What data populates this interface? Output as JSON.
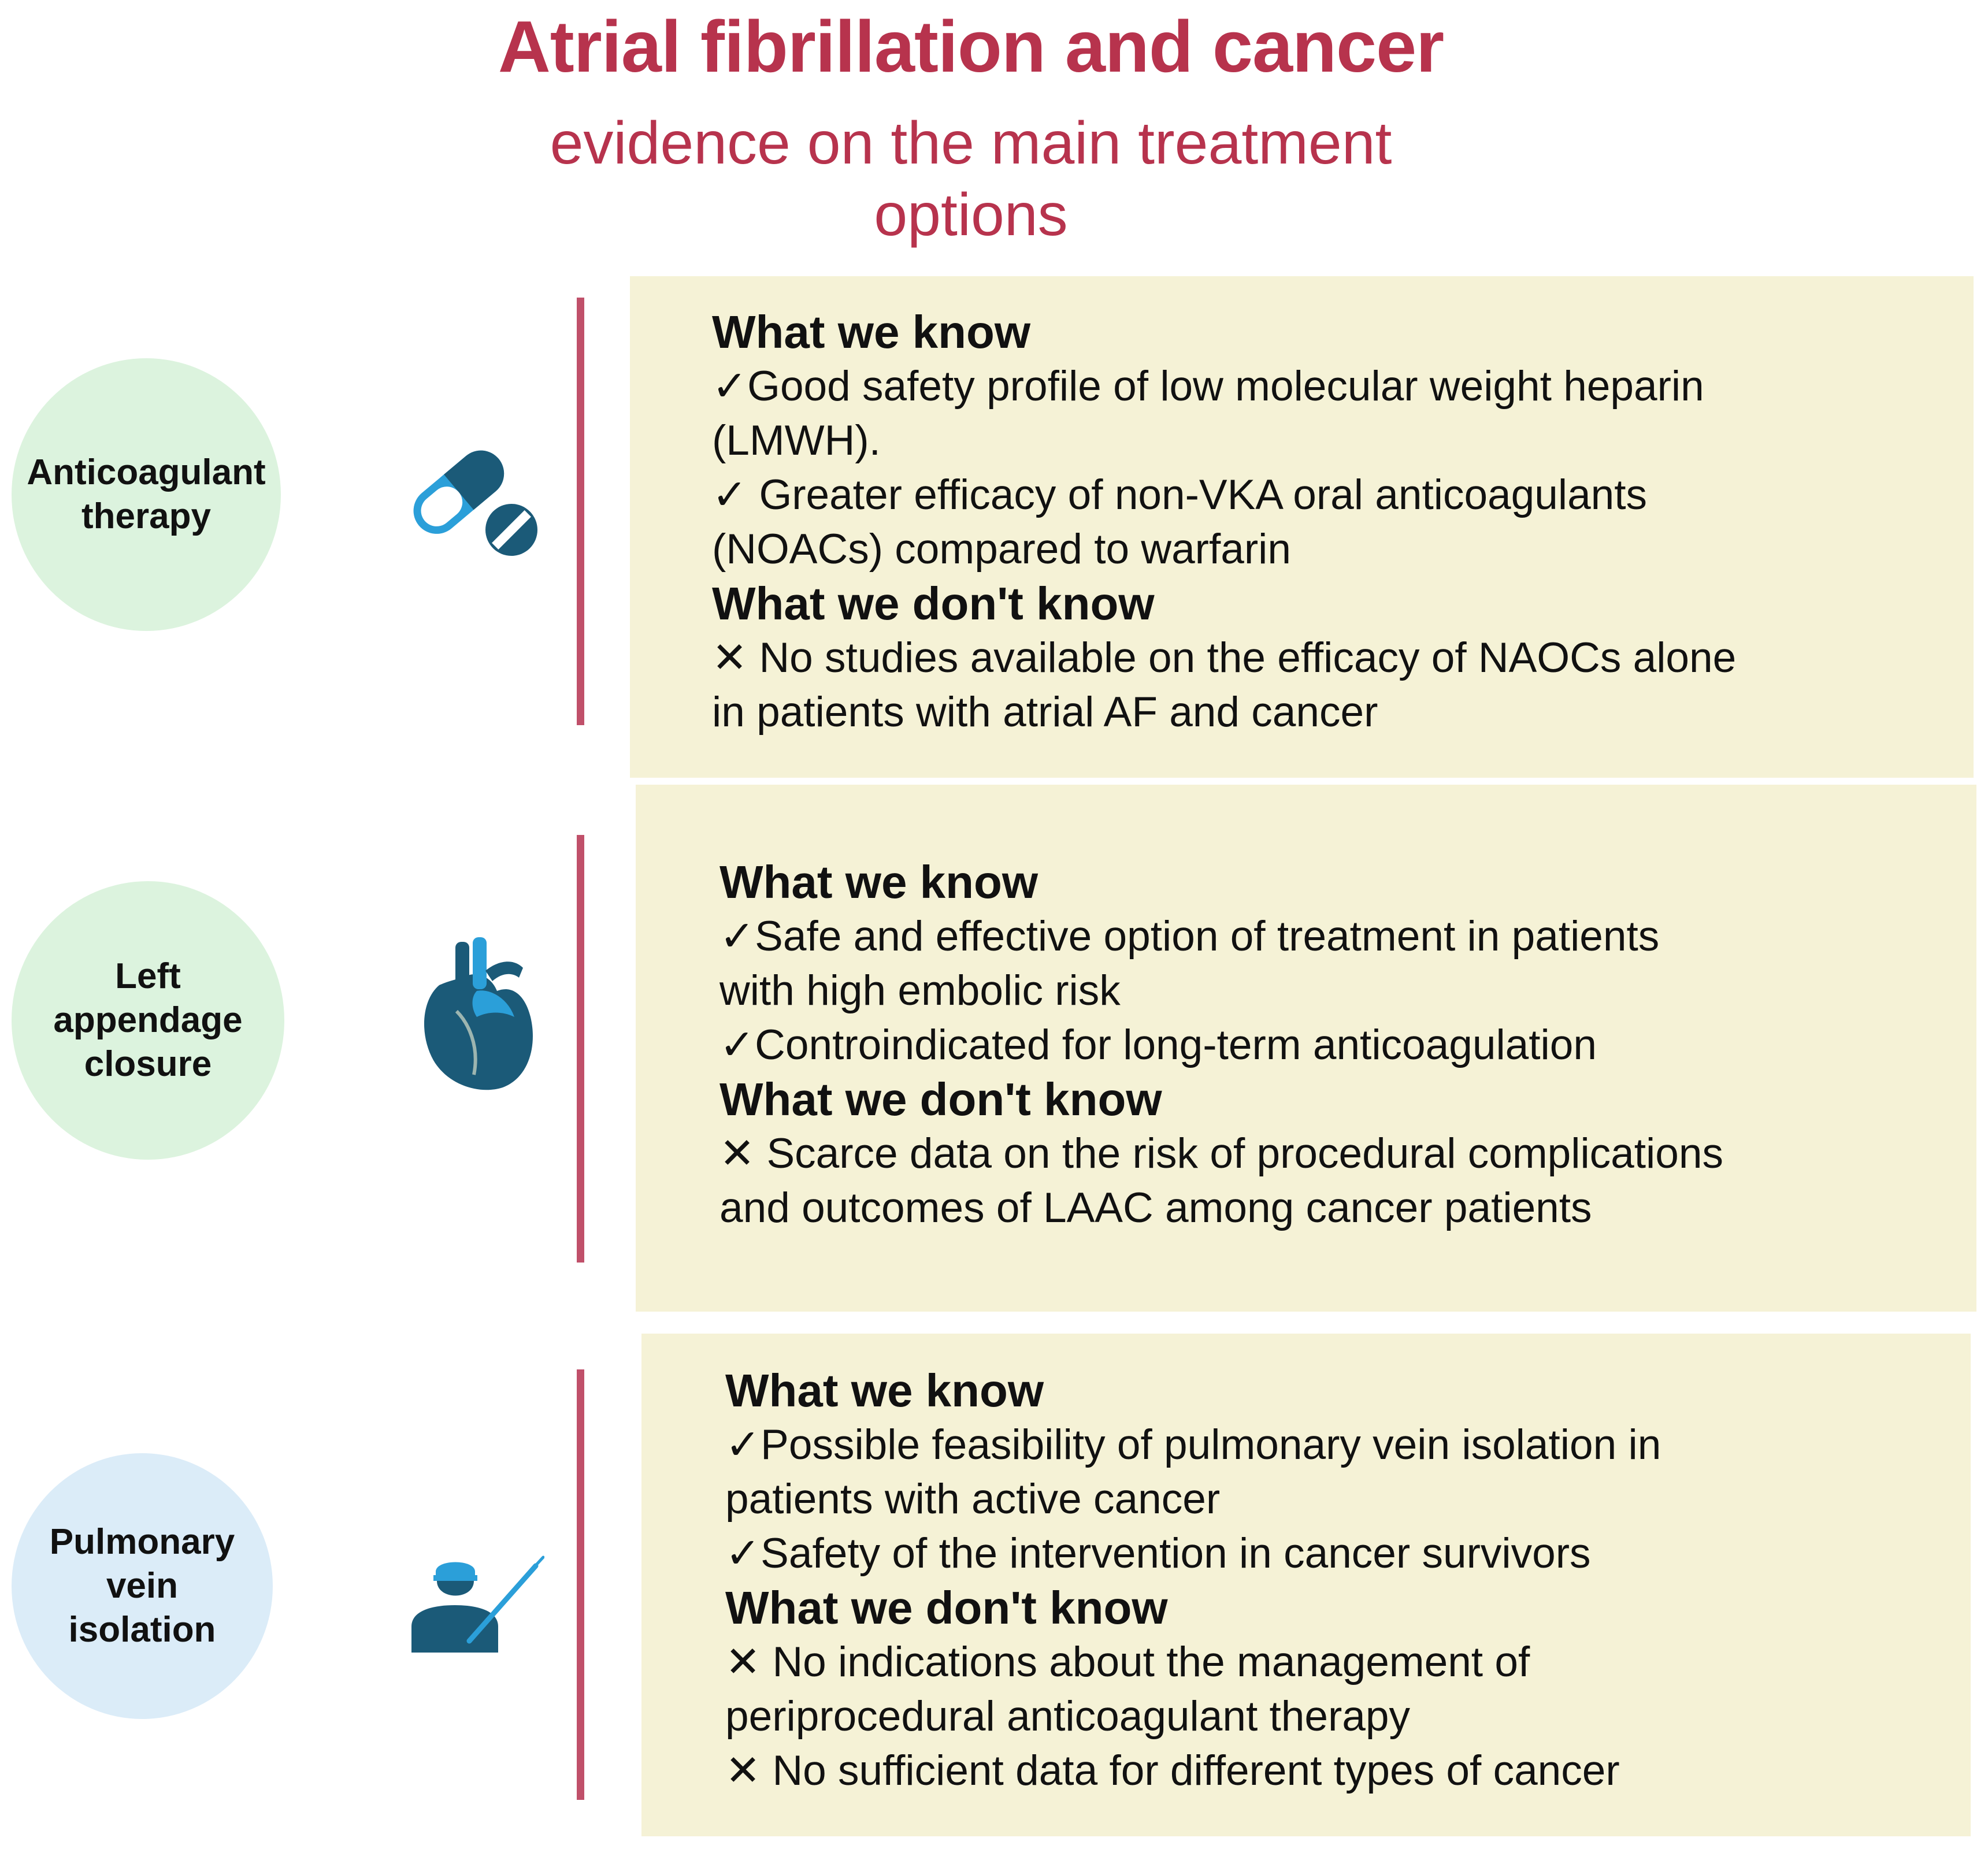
{
  "title": "Atrial fibrillation and cancer",
  "subtitle_line1": "evidence on the main treatment",
  "subtitle_line2": "options",
  "colors": {
    "title": "#b7334d",
    "accent_line": "#c0506a",
    "box_bg": "#f5f2d6",
    "circle_green": "#dcf3de",
    "circle_blue": "#dbecf8",
    "icon_light_blue": "#2b9fd9",
    "icon_dark_teal": "#1b5a78"
  },
  "rows": [
    {
      "circle_label": [
        "Anticoagulant",
        "therapy"
      ],
      "icon": "pill-icon",
      "know_heading": "What we know",
      "know_lines": [
        "✓Good safety profile of low molecular weight heparin",
        "(LMWH).",
        "✓ Greater efficacy of non-VKA oral anticoagulants",
        "(NOACs) compared to warfarin"
      ],
      "dont_know_heading": "What we don't know",
      "dont_know_lines": [
        "✕ No studies available on the efficacy of NAOCs alone",
        "in patients with atrial AF and cancer"
      ]
    },
    {
      "circle_label": [
        "Left",
        "appendage",
        "closure"
      ],
      "icon": "heart-icon",
      "know_heading": "What we know",
      "know_lines": [
        "✓Safe and effective option of treatment in patients",
        "with high embolic risk",
        "✓Controindicated for long-term anticoagulation"
      ],
      "dont_know_heading": "What we don't know",
      "dont_know_lines": [
        "✕ Scarce data on the risk of procedural complications",
        "and outcomes of LAAC among cancer patients"
      ]
    },
    {
      "circle_label": [
        "Pulmonary",
        "vein",
        "isolation"
      ],
      "icon": "surgeon-icon",
      "know_heading": "What we know",
      "know_lines": [
        "✓Possible feasibility of pulmonary vein isolation in",
        "patients with active cancer",
        "✓Safety of the intervention in cancer survivors"
      ],
      "dont_know_heading": "What we don't know",
      "dont_know_lines": [
        "✕ No indications about the management of",
        "periprocedural anticoagulant therapy",
        "✕ No sufficient data for different types of cancer"
      ]
    }
  ]
}
